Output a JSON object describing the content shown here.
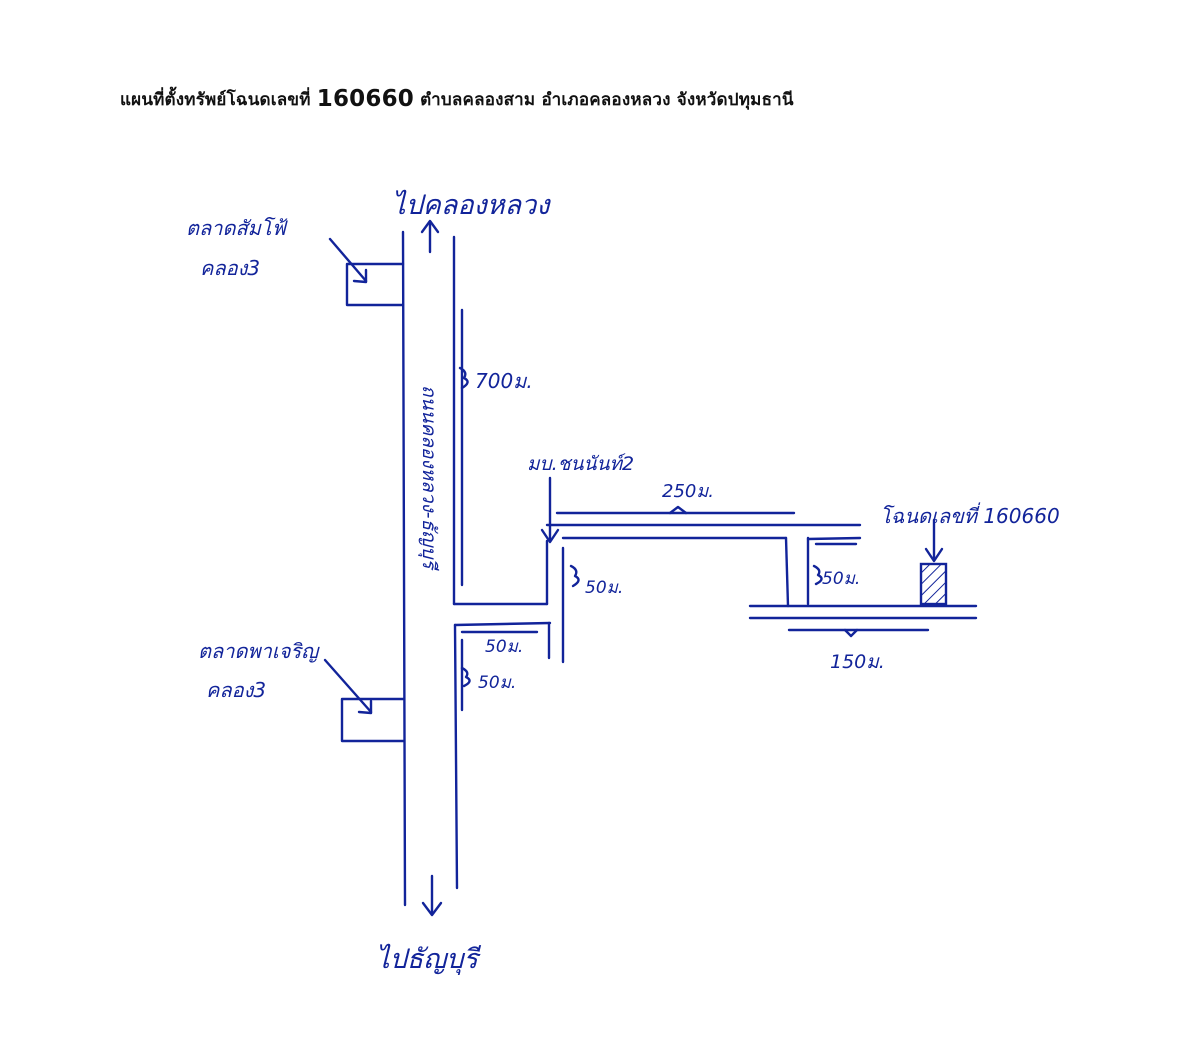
{
  "header": {
    "title_prefix": "แผนที่ตั้งทรัพย์โฉนดเลขที่",
    "deed_number": "160660",
    "title_suffix": "ตำบลคลองสาม อำเภอคลองหลวง จังหวัดปทุมธานี"
  },
  "map": {
    "direction_north": "ไปคลองหลวง",
    "direction_south": "ไปธัญบุรี",
    "main_road": "ถนนคลองหลวง-ธัญบุรี",
    "market_1_name": "ตลาดสัมโฟ้",
    "market_1_sub": "คลอง3",
    "market_2_name": "ตลาดพาเจริญ",
    "market_2_sub": "คลอง3",
    "dist_to_village": "700ม.",
    "side_road_1": "50ม.",
    "side_road_2": "50ม.",
    "village_name": "มบ.ชนนันท์2",
    "dist_village_entry": "50ม.",
    "dist_village_road": "250ม.",
    "dist_turn": "50ม.",
    "dist_final": "150ม.",
    "plot_label": "โฉนดเลขที่ 160660"
  },
  "colors": {
    "ink": "#12249a",
    "title": "#111111"
  }
}
